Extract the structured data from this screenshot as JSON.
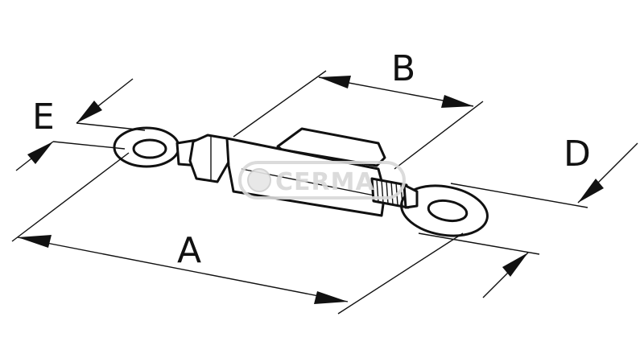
{
  "dimension_labels": {
    "a": "A",
    "b": "B",
    "d": "D",
    "e": "E"
  },
  "watermark": {
    "text": "CERMA",
    "color": "#d8d8d8"
  },
  "colors": {
    "line": "#111111",
    "background": "#ffffff"
  }
}
